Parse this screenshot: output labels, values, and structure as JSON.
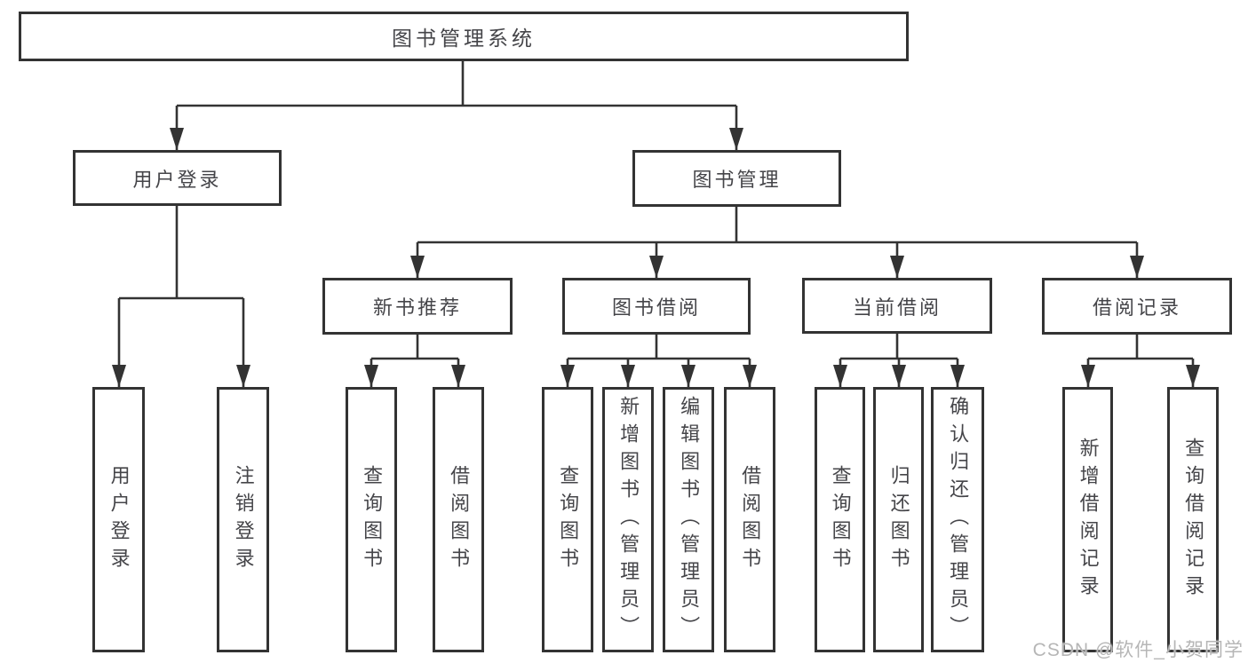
{
  "diagram_title": "图书管理系统",
  "tree": {
    "label": "图书管理系统",
    "children": [
      {
        "label": "用户登录",
        "children": [
          {
            "label": "用户登录"
          },
          {
            "label": "注销登录"
          }
        ]
      },
      {
        "label": "图书管理",
        "children": [
          {
            "label": "新书推荐",
            "children": [
              {
                "label": "查询图书"
              },
              {
                "label": "借阅图书"
              }
            ]
          },
          {
            "label": "图书借阅",
            "children": [
              {
                "label": "查询图书"
              },
              {
                "label": "新增图书（管理员）"
              },
              {
                "label": "编辑图书（管理员）"
              },
              {
                "label": "借阅图书"
              }
            ]
          },
          {
            "label": "当前借阅",
            "children": [
              {
                "label": "查询图书"
              },
              {
                "label": "归还图书"
              },
              {
                "label": "确认归还（管理员）"
              }
            ]
          },
          {
            "label": "借阅记录",
            "children": [
              {
                "label": "新增借阅记录"
              },
              {
                "label": "查询借阅记录"
              }
            ]
          }
        ]
      }
    ]
  },
  "watermark": {
    "text": "CSDN @软件_小贺同学"
  },
  "colors": {
    "line": "#333333",
    "border": "#333333",
    "text": "#454549",
    "background": "#ffffff",
    "watermark": "#b6b6b6"
  }
}
